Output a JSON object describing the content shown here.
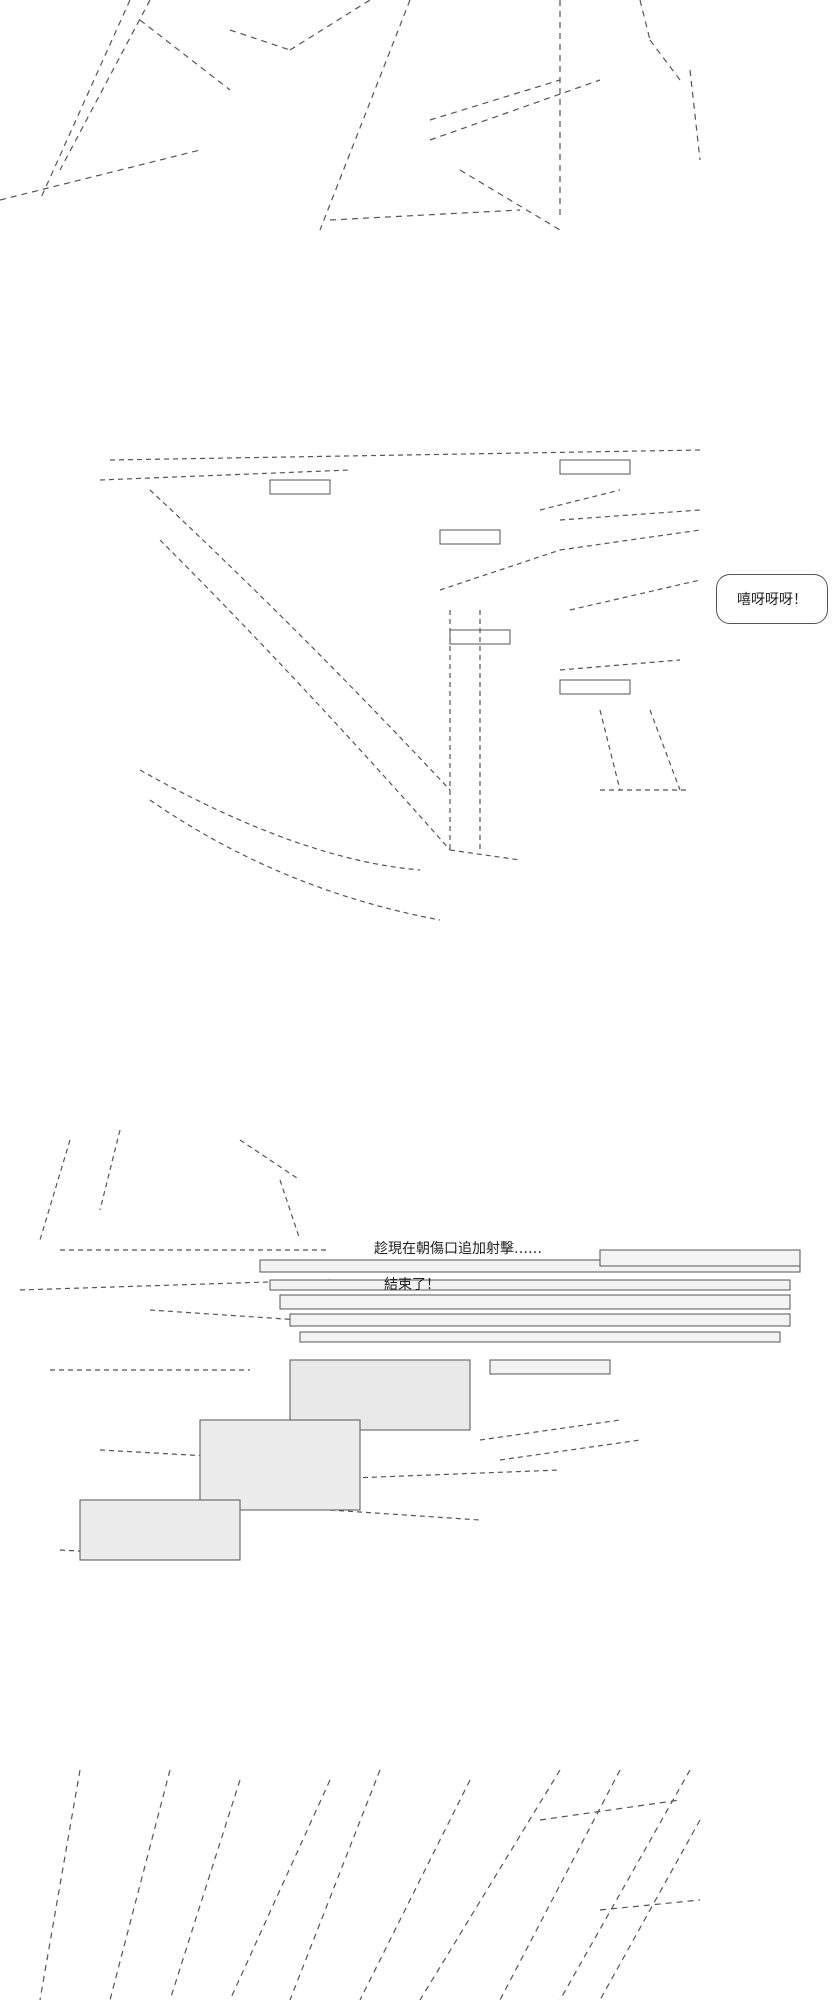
{
  "panels": [
    {
      "id": "panel-1",
      "lines": []
    },
    {
      "id": "panel-2",
      "bubble_text": "嘻呀呀呀！"
    },
    {
      "id": "panel-3",
      "captions": [
        "趁現在朝傷口追加射擊……",
        "結束了！"
      ]
    },
    {
      "id": "panel-4",
      "lines": []
    }
  ]
}
